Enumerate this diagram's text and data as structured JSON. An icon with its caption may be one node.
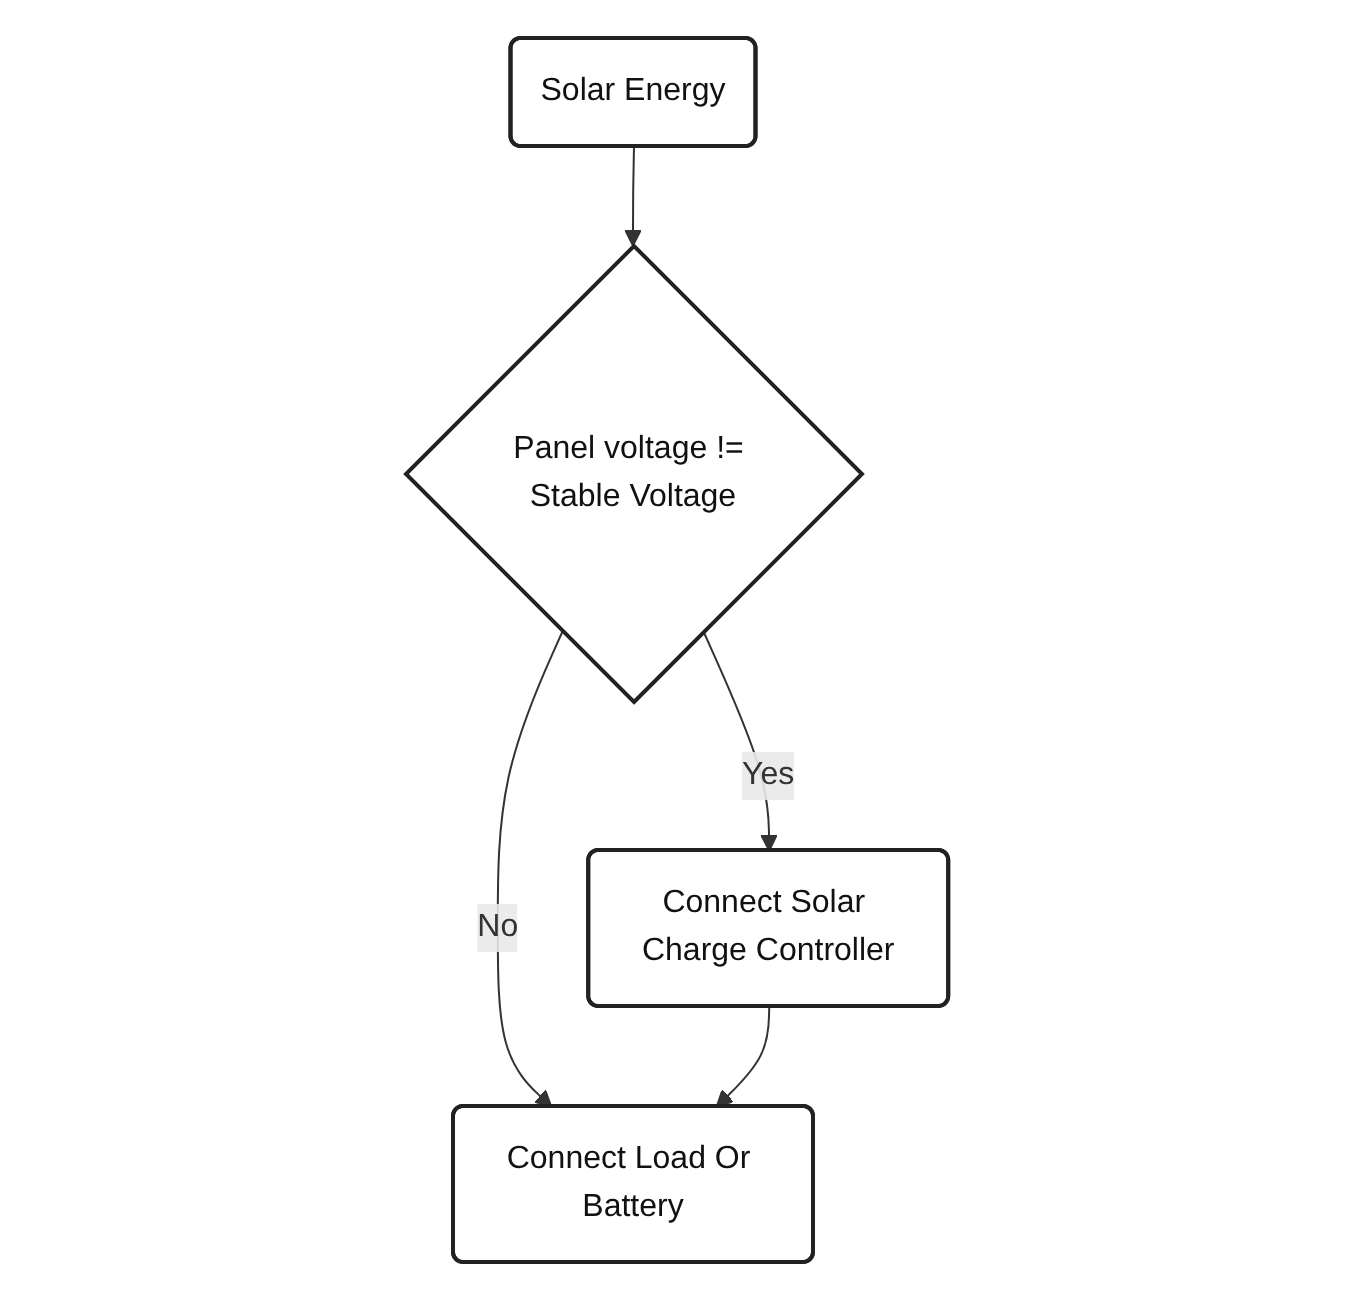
{
  "diagram": {
    "nodes": [
      {
        "text": [
          "Solar Energy"
        ]
      },
      {
        "text": [
          "Panel voltage != Stable Voltage"
        ]
      },
      {
        "text": [
          "Connect Solar Charge Controller"
        ]
      },
      {
        "text": [
          "Connect Load Or Battery"
        ]
      }
    ],
    "edges": [
      {
        "from": 0,
        "to": 1,
        "arrow": "to"
      },
      {
        "from": 1,
        "to": 3,
        "label": "No",
        "arrow": "to"
      },
      {
        "from": 1,
        "to": 2,
        "label": "Yes",
        "arrow": "to"
      },
      {
        "from": 2,
        "to": 3,
        "arrow": "to"
      }
    ]
  }
}
